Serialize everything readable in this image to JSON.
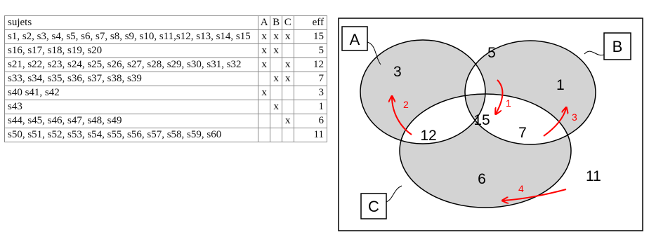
{
  "table": {
    "headers": {
      "subjects": "sujets",
      "a": "A",
      "b": "B",
      "c": "C",
      "eff": "eff"
    },
    "rows": [
      {
        "subjects": "s1, s2, s3, s4, s5, s6, s7, s8, s9, s10, s11,s12, s13, s14, s15",
        "a": "x",
        "b": "x",
        "c": "x",
        "eff": "15"
      },
      {
        "subjects": "s16, s17, s18, s19, s20",
        "a": "x",
        "b": "x",
        "c": "",
        "eff": "5"
      },
      {
        "subjects": "s21, s22, s23, s24, s25, s26, s27, s28, s29, s30, s31, s32",
        "a": "x",
        "b": "",
        "c": "x",
        "eff": "12"
      },
      {
        "subjects": "s33, s34, s35, s36, s37, s38, s39",
        "a": "",
        "b": "x",
        "c": "x",
        "eff": "7"
      },
      {
        "subjects": "s40 s41, s42",
        "a": "x",
        "b": "",
        "c": "",
        "eff": "3"
      },
      {
        "subjects": "s43",
        "a": "",
        "b": "x",
        "c": "",
        "eff": "1"
      },
      {
        "subjects": "s44, s45, s46, s47, s48, s49",
        "a": "",
        "b": "",
        "c": "x",
        "eff": "6"
      },
      {
        "subjects": "s50, s51, s52, s53, s54, s55, s56, s57, s58, s59, s60",
        "a": "",
        "b": "",
        "c": "",
        "eff": "11"
      }
    ]
  },
  "venn": {
    "set_labels": {
      "a": "A",
      "b": "B",
      "c": "C"
    },
    "region_values": {
      "a_only": "3",
      "b_only": "1",
      "c_only": "6",
      "ab_only": "5",
      "ac_only": "12",
      "bc_only": "7",
      "abc": "15",
      "outside": "11"
    },
    "arrow_labels": {
      "ac_to_a": "2",
      "ab_to_abc": "1",
      "bc_to_b": "3",
      "outside_to_c": "4"
    },
    "colors": {
      "shaded": "#d3d3d3",
      "unshaded": "#ffffff",
      "outline": "#000000",
      "arrows": "#ff0000"
    }
  }
}
